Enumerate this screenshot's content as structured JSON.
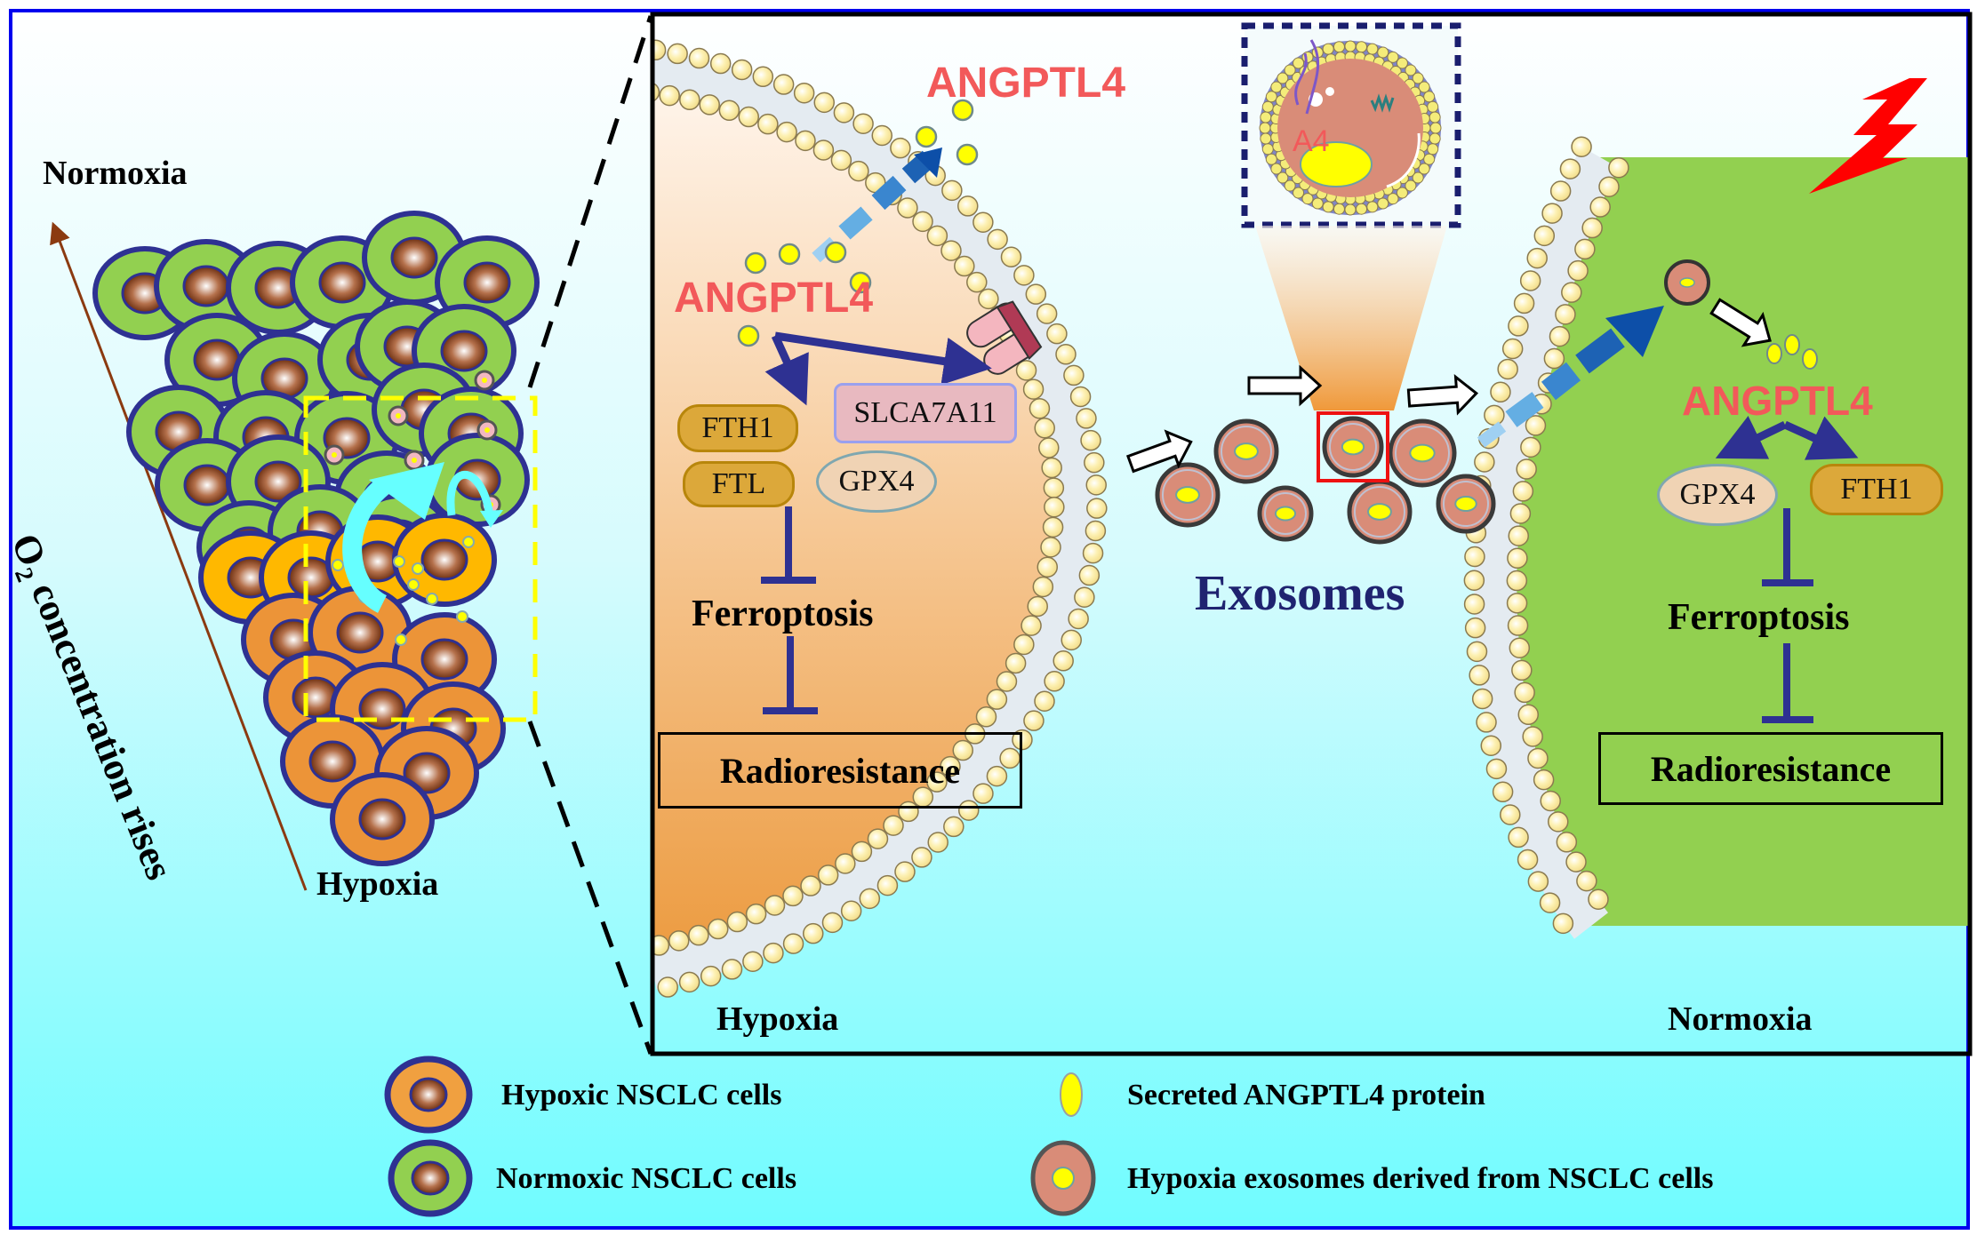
{
  "figure": {
    "left_panel": {
      "top_label": "Normoxia",
      "bottom_label": "Hypoxia",
      "gradient_label_prefix": "O",
      "gradient_label_subscript": "2",
      "gradient_label_suffix": " concentration rises"
    },
    "hypoxic_cell": {
      "secreted_label": "ANGPTL4",
      "intracellular_label": "ANGPTL4",
      "targets": [
        "FTH1",
        "FTL",
        "SLCA7A11",
        "GPX4"
      ],
      "process": "Ferroptosis",
      "outcome": "Radioresistance",
      "condition_label": "Hypoxia"
    },
    "exosomes": {
      "label": "Exosomes",
      "inset_cargo_label": "A4"
    },
    "normoxic_cell": {
      "protein_label": "ANGPTL4",
      "targets": [
        "GPX4",
        "FTH1"
      ],
      "process": "Ferroptosis",
      "outcome": "Radioresistance",
      "condition_label": "Normoxia"
    },
    "legend": [
      {
        "icon": "hypoxic-cell-icon",
        "label": "Hypoxic NSCLC cells"
      },
      {
        "icon": "normoxic-cell-icon",
        "label": "Normoxic NSCLC cells"
      },
      {
        "icon": "angptl4-protein-icon",
        "label": "Secreted ANGPTL4 protein"
      },
      {
        "icon": "exosome-icon",
        "label": "Hypoxia exosomes derived from NSCLC cells"
      }
    ],
    "colors": {
      "border_blue": "#0000ee",
      "inhibit_blue": "#2e3192",
      "protein_yellow": "#ffff00",
      "label_red": "#f2595a",
      "normoxic_green": "#92d050",
      "hypoxic_orange": "#f0a040",
      "exosome_pink": "#d98c78",
      "lightning_red": "#ff0000"
    }
  }
}
